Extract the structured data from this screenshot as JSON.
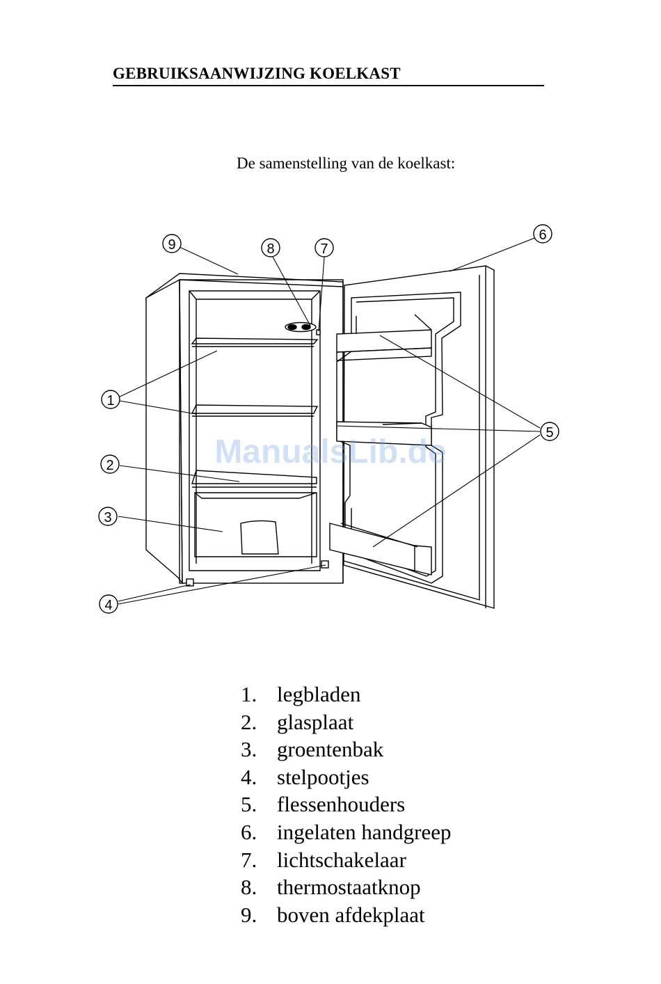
{
  "title": "GEBRUIKSAANWIJZING KOELKAST",
  "subtitle": "De samenstelling van de koelkast:",
  "watermark": "ManualsLib.de",
  "callouts": [
    "1",
    "2",
    "3",
    "4",
    "5",
    "6",
    "7",
    "8",
    "9"
  ],
  "parts": [
    {
      "num": "1.",
      "label": "legbladen"
    },
    {
      "num": "2.",
      "label": "glasplaat"
    },
    {
      "num": "3.",
      "label": "groentenbak"
    },
    {
      "num": "4.",
      "label": "stelpootjes"
    },
    {
      "num": "5.",
      "label": "flessenhouders"
    },
    {
      "num": "6.",
      "label": "ingelaten handgreep"
    },
    {
      "num": "7.",
      "label": "lichtschakelaar"
    },
    {
      "num": "8.",
      "label": "thermostaatknop"
    },
    {
      "num": "9.",
      "label": "boven afdekplaat"
    }
  ]
}
